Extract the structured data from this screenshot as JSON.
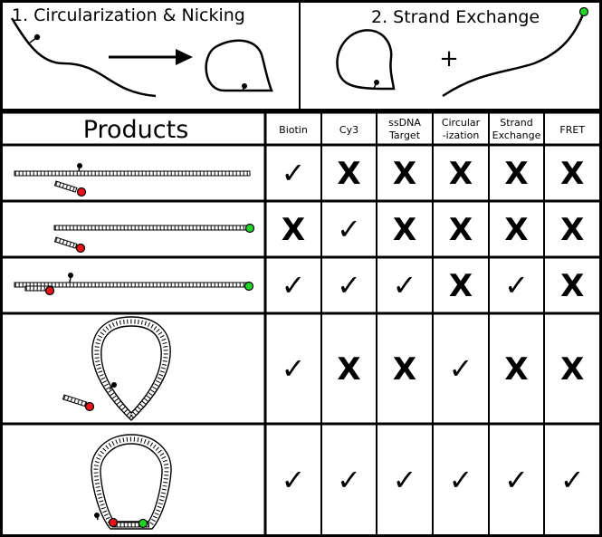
{
  "panels": {
    "left_title": "1. Circularization & Nicking",
    "right_title": "2. Strand Exchange",
    "plus": "+"
  },
  "table": {
    "products_header": "Products",
    "columns": [
      {
        "lines": [
          "Biotin"
        ]
      },
      {
        "lines": [
          "Cy3"
        ]
      },
      {
        "lines": [
          "ssDNA",
          "Target"
        ]
      },
      {
        "lines": [
          "Circular",
          "-ization"
        ]
      },
      {
        "lines": [
          "Strand",
          "Exchange"
        ]
      },
      {
        "lines": [
          "FRET"
        ]
      }
    ],
    "rows": [
      {
        "product": "linear-biotin-cy3-unhybridized",
        "marks": [
          "check",
          "x",
          "x",
          "x",
          "x",
          "x"
        ]
      },
      {
        "product": "linear-fret-strand-cy3",
        "marks": [
          "x",
          "check",
          "x",
          "x",
          "x",
          "x"
        ]
      },
      {
        "product": "linear-hybridized",
        "marks": [
          "check",
          "check",
          "check",
          "x",
          "check",
          "x"
        ]
      },
      {
        "product": "circle-with-free-cy3",
        "marks": [
          "check",
          "x",
          "x",
          "check",
          "x",
          "x"
        ]
      },
      {
        "product": "circle-with-exchange",
        "marks": [
          "check",
          "check",
          "check",
          "check",
          "check",
          "check"
        ]
      }
    ]
  },
  "marks": {
    "check": "✓",
    "x": "X"
  },
  "colors": {
    "cy3": "#e8141b",
    "acceptor": "#22d42a",
    "line": "#000000",
    "background": "#ffffff"
  }
}
